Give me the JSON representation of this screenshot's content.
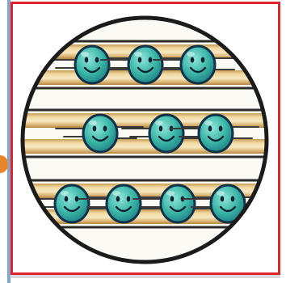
{
  "figure": {
    "subject": "particles-in-solid-lattice",
    "rows": [
      {
        "particle_count": 3
      },
      {
        "particle_count": 3
      },
      {
        "particle_count": 4
      }
    ],
    "colors": {
      "frame_border": "#e0232d",
      "side_rule": "#7fa7cf",
      "side_tab": "#e8842a",
      "circle_outline": "#1b1b1b",
      "rod_light": "#f4e2b4",
      "rod_dark": "#caa262",
      "particle_fill": "#3cb7a8",
      "particle_outline": "#10324a"
    },
    "icons": [
      "smiley-particle-icon",
      "motion-line-icon"
    ]
  }
}
